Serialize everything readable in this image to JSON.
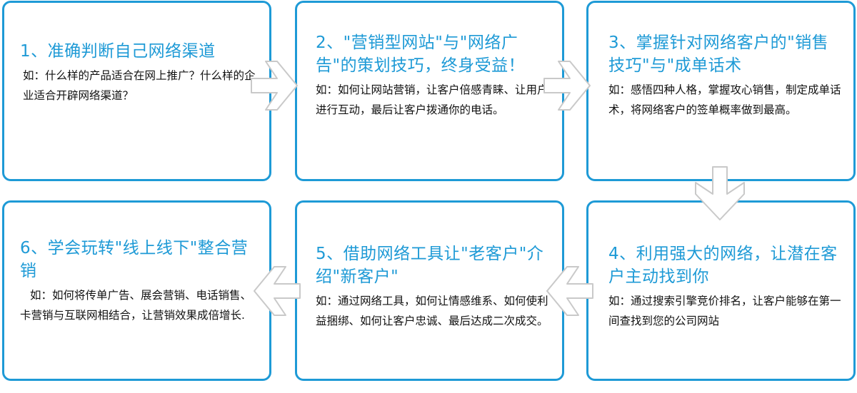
{
  "cards": [
    {
      "title": "1、准确判断自己网络渠道",
      "body": "如：什么样的产品适合在网上推广？什么样的企业适合开辟网络渠道？"
    },
    {
      "title": "2、\"营销型网站\"与\"网络广告\"的策划技巧，终身受益！",
      "body": "如：如何让网站营销，让客户倍感青睐、让用户进行互动，最后让客户拨通你的电话。"
    },
    {
      "title": "3、掌握针对网络客户的\"销售技巧\"与\"成单话术",
      "body": "如：感悟四种人格，掌握攻心销售，制定成单话术，将网络客户的签单概率做到最高。"
    },
    {
      "title": "4、利用强大的网络，让潜在客户主动找到你",
      "body": "如：通过搜索引擎竞价排名，让客户能够在第一间查找到您的公司网站"
    },
    {
      "title": "5、借助网络工具让\"老客户\"介绍\"新客户\"",
      "body": "如：通过网络工具，如何让情感维系、如何使利益捆绑、如何让客户忠诚、最后达成二次成交。"
    },
    {
      "title": "6、学会玩转\"线上线下\"整合营销",
      "body": "如：如何将传单广告、展会营销、电话销售、卡营销与互联网相结合，让营销效果成倍增长."
    }
  ],
  "colors": {
    "accent": "#1e9ad6",
    "arrow_stroke": "#c9c9c9"
  },
  "arrows": [
    "arrow-right-icon",
    "arrow-right-icon",
    "arrow-down-icon",
    "arrow-left-icon",
    "arrow-left-icon"
  ]
}
